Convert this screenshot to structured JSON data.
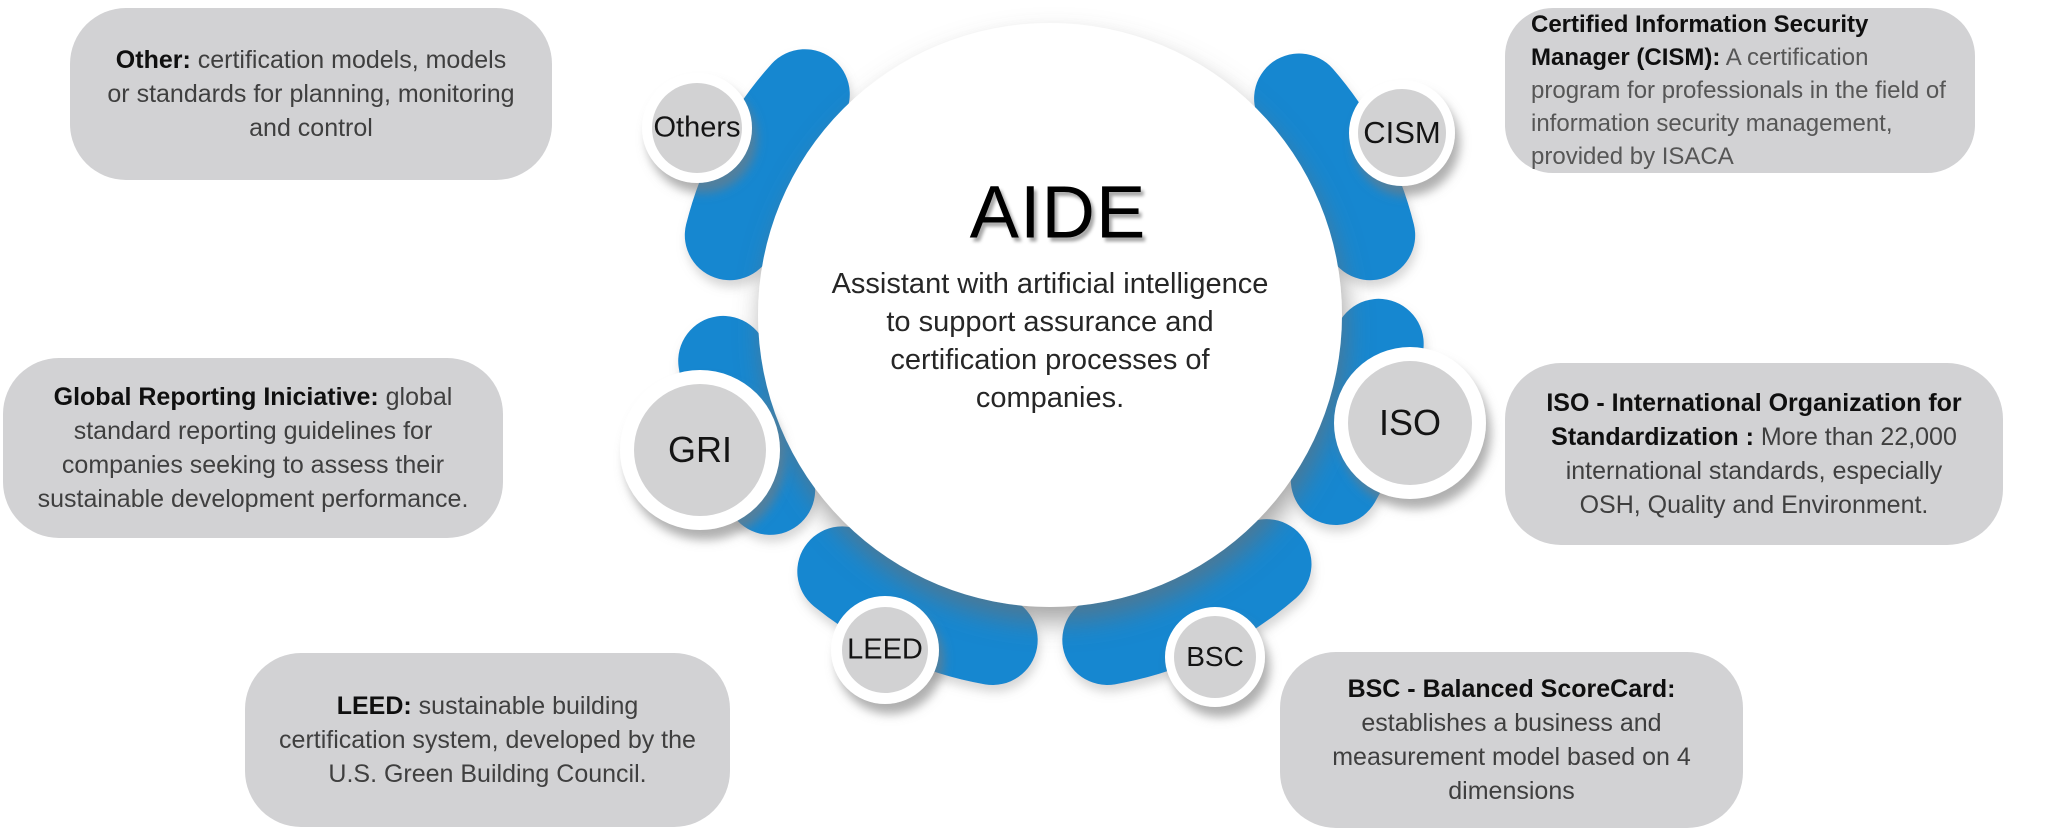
{
  "diagram": {
    "center": {
      "title": "AIDE",
      "subtitle_lines": [
        "Assistant with artificial intelligence",
        "to support assurance and",
        "certification processes of",
        "companies."
      ]
    },
    "nodes": [
      {
        "id": "others",
        "label": "Others"
      },
      {
        "id": "cism",
        "label": "CISM"
      },
      {
        "id": "gri",
        "label": "GRI"
      },
      {
        "id": "iso",
        "label": "ISO"
      },
      {
        "id": "leed",
        "label": "LEED"
      },
      {
        "id": "bsc",
        "label": "BSC"
      }
    ],
    "callouts": [
      {
        "id": "others",
        "bold": "Other:",
        "text": " certification models, models or standards for planning, monitoring and control"
      },
      {
        "id": "cism",
        "bold": "Certified Information Security Manager (CISM):",
        "text": " A certification program for professionals in the field of information security management, provided by ISACA"
      },
      {
        "id": "gri",
        "bold": "Global Reporting Iniciative:",
        "text": " global standard reporting guidelines for companies seeking to assess their sustainable development performance."
      },
      {
        "id": "iso",
        "bold": "ISO - International Organization for Standardization :",
        "text": " More than 22,000 international standards, especially OSH, Quality and Environment."
      },
      {
        "id": "leed",
        "bold": "LEED:",
        "text": " sustainable building certification system, developed by the U.S. Green Building Council."
      },
      {
        "id": "bsc",
        "bold": "BSC - Balanced ScoreCard:",
        "text": " establishes a business and measurement model based on 4 dimensions"
      }
    ],
    "colors": {
      "segment_blue": "#1787d0",
      "node_fill": "#d2d2d3",
      "callout_fill": "#d2d2d4",
      "text_dark": "#0f0f0f",
      "text_body": "#3f3f3f"
    }
  }
}
